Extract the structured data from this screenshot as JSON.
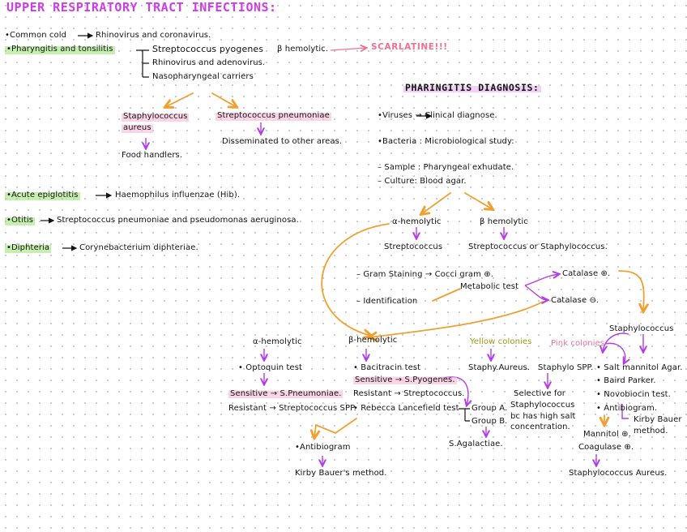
{
  "title": "UPPER RESPIRATORY TRACT INFECTIONS:",
  "colors": {
    "title": "#cc3de6",
    "orange": "#f0a030",
    "purple": "#b23be6",
    "pink": "#f0708e",
    "yellow": "#9a9a18"
  },
  "left": {
    "common_cold_label": "•Common cold",
    "common_cold_cause": "Rhinovirus and coronavirus.",
    "pharyngitis_label": "•Pharyngitis and tonsilitis",
    "pharyngitis_causes": [
      "Streptococcus pyogenes",
      "Rhinovirus and adenovirus.",
      "Nasopharyngeal carriers"
    ],
    "hemolytic": "β hemolytic.",
    "scarlatine": "SCARLATINE!!!",
    "staph_aureus_line1": "Staphylococcus",
    "staph_aureus_line2": "aureus",
    "food_handlers": "Food handlers.",
    "strep_pneumoniae": "Streptococcus pneumoniae",
    "disseminated": "Disseminated to other areas.",
    "epiglotitis_label": "•Acute epiglotitis",
    "epiglotitis_cause": "Haemophilus influenzae (Hib).",
    "otitis_label": "•Otitis",
    "otitis_cause": "Streptococcus pneumoniae and pseudomonas aeruginosa.",
    "diphteria_label": "•Diphteria",
    "diphteria_cause": "Corynebacterium diphteriae."
  },
  "diagnosis": {
    "heading": "PHARINGITIS DIAGNOSIS:",
    "viruses": "•Viruses → Clinical diagnose.",
    "bacteria": "•Bacteria : Microbiological study:",
    "sample": "– Sample : Pharyngeal exhudate.",
    "culture": "– Culture: Blood agar.",
    "alpha_hemolytic": "α-hemolytic",
    "beta_hemolytic": "β hemolytic",
    "streptococcus": "Streptococcus",
    "strep_or_staph": "Streptococcus or Staphylococcus.",
    "gram_staining": "– Gram Staining → Cocci gram ⊕.",
    "identification": "– Identification",
    "metabolic_test": "Metabolic test",
    "catalase_pos": "Catalase ⊕.",
    "catalase_neg": "Catalase ⊖.",
    "staphylococcus": "Staphylococcus"
  },
  "alpha_branch": {
    "label": "α-hemolytic",
    "optoquin": "• Optoquin test",
    "sensitive": "Sensitive → S.Pneumoniae.",
    "resistant": "Resistant → Streptococcus SPP."
  },
  "beta_branch": {
    "label": "β-hemolytic",
    "bacitracin": "• Bacitracin test",
    "sensitive": "Sensitive → S.Pyogenes.",
    "resistant": "Resistant → Streptococcus.",
    "rebecca": "• Rebecca Lancefield test",
    "group_a": "Group A.",
    "group_b": "Group B.",
    "s_agalactiae": "S.Agalactiae."
  },
  "antibiogram_left": {
    "label": "•Antibiogram",
    "method": "Kirby Bauer's method."
  },
  "staph_branch": {
    "yellow_colonies": "Yellow colonies",
    "pink_colonies": "Pink colonies",
    "staph_aureus": "Staphy.Aureus.",
    "staphylo_spp": "Staphylo SPP.",
    "salt_mannitol": "• Salt mannitol Agar.",
    "baird_parker": "• Baird Parker.",
    "novobiocin": "• Novobiocin test.",
    "antibiogram": "• Antibiogram.",
    "kirby_bauer": [
      "Kirby Bauer",
      "method."
    ],
    "selective": [
      "Selective for",
      "Staphylococcus",
      "bc has high salt",
      "concentration."
    ],
    "mannitol": "Mannitol ⊕.",
    "coagulase": "Coagulase ⊕.",
    "final": "Staphylococcus Aureus."
  }
}
